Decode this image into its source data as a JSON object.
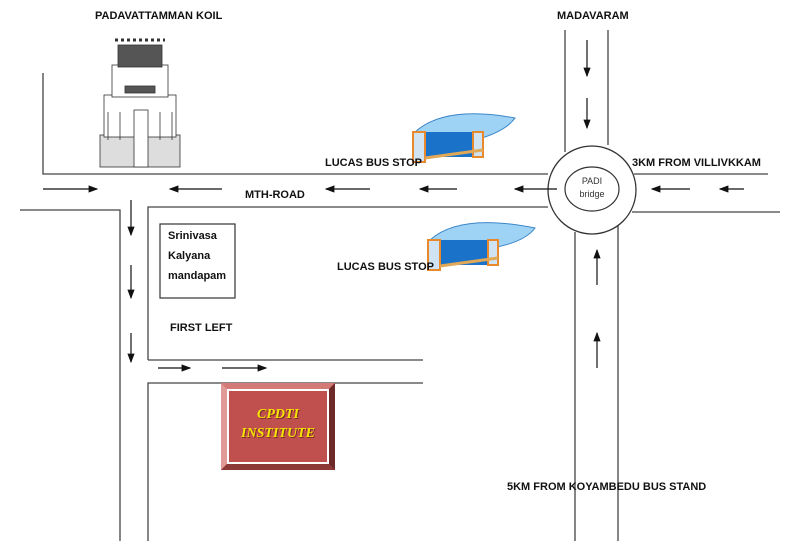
{
  "labels": {
    "temple": "PADAVATTAMMAN KOIL",
    "north": "MADAVARAM",
    "bus_stop_top": "LUCAS BUS STOP",
    "east": "3KM FROM VILLIVKKAM",
    "road": "MTH-ROAD",
    "bus_stop_bottom": "LUCAS BUS STOP",
    "first_left": "FIRST LEFT",
    "south": "5KM FROM KOYAMBEDU BUS STAND"
  },
  "landmarks": {
    "mandapam": [
      "Srinivasa",
      "Kalyana",
      "mandapam"
    ],
    "roundabout": [
      "PADI",
      "bridge"
    ],
    "institute": [
      "CPDTI",
      "INSTITUTE"
    ]
  },
  "colors": {
    "institute_fill": "#c0504d",
    "institute_text": "#f5e400",
    "bus_stop_blue": "#1a73c8",
    "bus_stop_orange": "#e8892b"
  }
}
